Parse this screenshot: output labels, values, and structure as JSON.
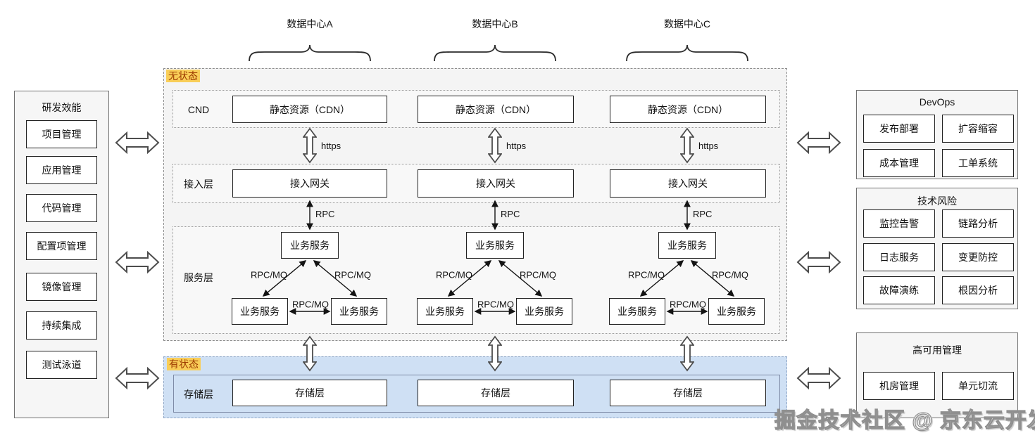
{
  "watermark": "掘金技术社区 @ 京东云开发者",
  "left_panel": {
    "title": "研发效能",
    "items": [
      "项目管理",
      "应用管理",
      "代码管理",
      "配置项管理",
      "镜像管理",
      "持续集成",
      "测试泳道"
    ]
  },
  "datacenters": [
    {
      "label": "数据中心A"
    },
    {
      "label": "数据中心B"
    },
    {
      "label": "数据中心C"
    }
  ],
  "stateless": {
    "tag": "无状态",
    "cdn_row": {
      "label": "CND",
      "box": "静态资源（CDN）"
    },
    "access_row": {
      "label": "接入层",
      "box": "接入网关"
    },
    "service_row": {
      "label": "服务层",
      "box": "业务服务"
    },
    "link_https": "https",
    "link_rpc": "RPC",
    "link_rpcmq": "RPC/MQ"
  },
  "stateful": {
    "tag": "有状态",
    "storage_row": {
      "label": "存储层",
      "box": "存储层"
    }
  },
  "right_panels": [
    {
      "title": "DevOps",
      "items": [
        "发布部署",
        "扩容缩容",
        "成本管理",
        "工单系统"
      ]
    },
    {
      "title": "技术风险",
      "items": [
        "监控告警",
        "链路分析",
        "日志服务",
        "变更防控",
        "故障演练",
        "根因分析"
      ]
    },
    {
      "title": "高可用管理",
      "items": [
        "机房管理",
        "单元切流"
      ]
    }
  ],
  "colors": {
    "stateful_bg": "#cfe0f4",
    "stateless_bg": "#f4f4f4",
    "tag_bg": "#f9ce58",
    "tag_text": "#9c3a00",
    "box_border": "#222222",
    "arrow_outline": "#4d4d4d"
  }
}
